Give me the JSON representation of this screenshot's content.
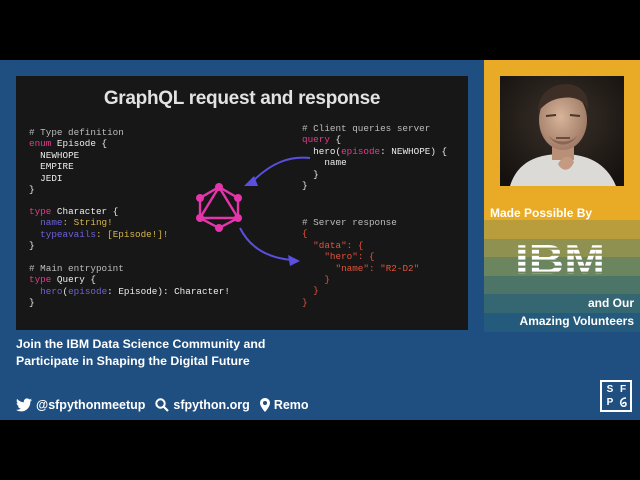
{
  "slide": {
    "title": "GraphQL request and response",
    "type_def": {
      "comment": "# Type definition",
      "enum_kw": "enum",
      "enum_name": " Episode {",
      "values": [
        "NEWHOPE",
        "EMPIRE",
        "JEDI"
      ],
      "close": "}"
    },
    "character_def": {
      "type_kw": "type",
      "name": " Character {",
      "field1_name": "name",
      "field1_type": ": String!",
      "field2_name": "typeavails",
      "field2_type": ": [Episode!]!",
      "close": "}"
    },
    "entrypoint": {
      "comment": "# Main entrypoint",
      "type_kw": "type",
      "name": " Query {",
      "field_name": "hero",
      "arg_name": "episode",
      "rest": ": Episode): Character!",
      "close": "}"
    },
    "client_query": {
      "comment": "# Client queries server",
      "query_kw": "query",
      "open": " {",
      "hero": "hero(",
      "arg": "episode",
      "arg_value": ": NEWHOPE) {",
      "field": "name",
      "close1": "}",
      "close2": "}"
    },
    "server_response": {
      "comment": "# Server response",
      "open": "{",
      "data_key": "\"data\"",
      "hero_key": "\"hero\"",
      "name_key": "\"name\"",
      "name_value": "\"R2-D2\"",
      "close": "}"
    }
  },
  "sidebar": {
    "made_possible": "Made Possible By",
    "sponsor": "IBM",
    "and_our": "and Our",
    "volunteers": "Amazing Volunteers"
  },
  "tagline": {
    "line1": "Join the IBM Data Science Community and",
    "line2": "Participate in Shaping the Digital Future"
  },
  "social": {
    "twitter": "@sfpythonmeetup",
    "website": "sfpython.org",
    "location": "Remo"
  },
  "logo": {
    "letters": [
      "S",
      "F",
      "P"
    ]
  },
  "colors": {
    "frame_blue": "#1f4f80",
    "sponsor_gold": "#e9ab25",
    "graphql_pink": "#e535ab"
  }
}
